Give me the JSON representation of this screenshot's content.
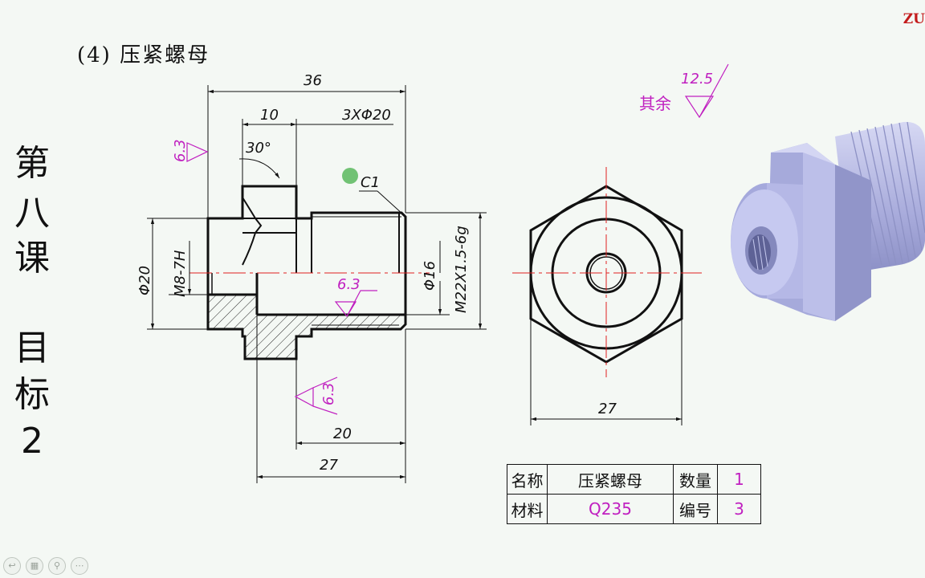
{
  "header": {
    "lesson_title": "(4) 压紧螺母",
    "brand": "ZU"
  },
  "side_label": [
    "第",
    "八",
    "课",
    "目",
    "标",
    "2"
  ],
  "drawing": {
    "dims": {
      "length_total": "36",
      "hex_length": "10",
      "chamfer_note": "3XΦ20",
      "angle": "30°",
      "chamfer": "C1",
      "dia_left": "Φ20",
      "thread_inner": "M8-7H",
      "dia_bore": "Φ16",
      "thread_outer": "M22X1.5-6g",
      "len_20": "20",
      "len_27": "27",
      "across_flats": "27"
    },
    "roughness": {
      "left": "6.3",
      "bore": "6.3",
      "bottom": "6.3",
      "other_label": "其余",
      "other_value": "12.5"
    }
  },
  "title_block": {
    "name_label": "名称",
    "name_value": "压紧螺母",
    "qty_label": "数量",
    "qty_value": "1",
    "material_label": "材料",
    "material_value": "Q235",
    "number_label": "编号",
    "number_value": "3"
  },
  "colors": {
    "line": "#111111",
    "center": "#e02020",
    "annot": "#c020c0",
    "hatch": "#222222",
    "render": "#9ea2d4"
  },
  "toolbar": [
    "prev-icon",
    "grid-icon",
    "zoom-icon",
    "more-icon"
  ]
}
